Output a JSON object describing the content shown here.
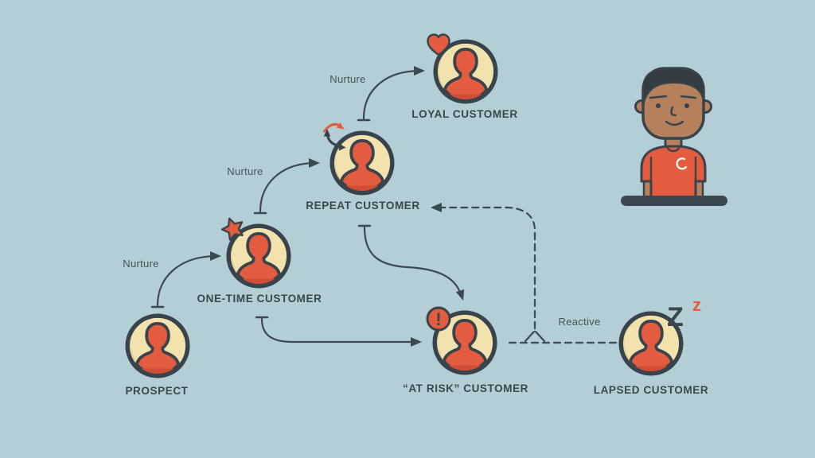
{
  "colors": {
    "background": "#b3ced4",
    "accent_orange": "#e45c3f",
    "orange_shadow": "#d04e35",
    "outline_dark": "#39434b",
    "text_dark": "#3b474f",
    "avatar_cream": "#f1e2ae",
    "avatar_cream_shade": "#e5d29e",
    "skin": "#b5815c"
  },
  "nodes": {
    "prospect": {
      "label": "PROSPECT"
    },
    "one_time": {
      "label": "ONE-TIME CUSTOMER",
      "icon": "star-icon"
    },
    "repeat": {
      "label": "REPEAT CUSTOMER",
      "icon": "refresh-arrows-icon"
    },
    "loyal": {
      "label": "LOYAL CUSTOMER",
      "icon": "heart-icon"
    },
    "at_risk": {
      "label": "“AT RISK” CUSTOMER",
      "icon": "exclamation-icon",
      "badge_text": "!"
    },
    "lapsed": {
      "label": "LAPSED CUSTOMER",
      "icon": "sleep-zz-icon",
      "badge_text_large": "Z",
      "badge_text_small": "z"
    }
  },
  "edges": {
    "prospect_to_one_time": {
      "label": "Nurture",
      "style": "solid"
    },
    "one_time_to_repeat": {
      "label": "Nurture",
      "style": "solid"
    },
    "repeat_to_loyal": {
      "label": "Nurture",
      "style": "solid"
    },
    "one_time_to_at_risk": {
      "style": "solid"
    },
    "repeat_to_at_risk": {
      "style": "solid"
    },
    "lapsed_to_repeat": {
      "label": "Reactive",
      "style": "dashed"
    },
    "at_risk_lapsed_link": {
      "style": "dashed"
    }
  },
  "illustration": {
    "name": "man-in-orange-shirt-at-desk"
  }
}
